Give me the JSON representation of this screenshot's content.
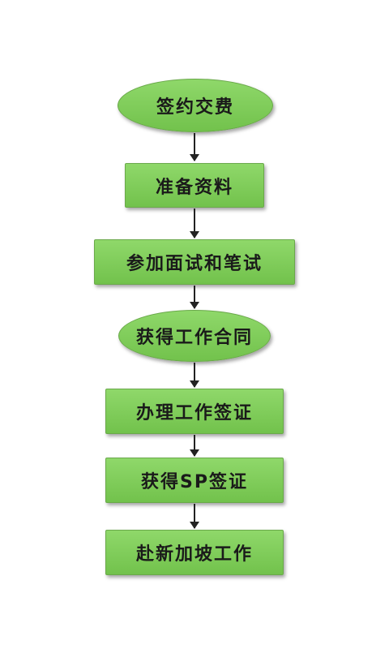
{
  "flowchart": {
    "steps": [
      {
        "label": "签约交费",
        "shape": "ellipse"
      },
      {
        "label": "准备资料",
        "shape": "rect"
      },
      {
        "label": "参加面试和笔试",
        "shape": "rect"
      },
      {
        "label": "获得工作合同",
        "shape": "ellipse"
      },
      {
        "label": "办理工作签证",
        "shape": "rect"
      },
      {
        "label": "获得SP签证",
        "shape": "rect"
      },
      {
        "label": "赴新加坡工作",
        "shape": "rect"
      }
    ],
    "colors": {
      "node_fill": "#7fcd5a",
      "node_border": "#6aa94a",
      "arrow": "#222222",
      "text": "#1a1a1a"
    }
  }
}
